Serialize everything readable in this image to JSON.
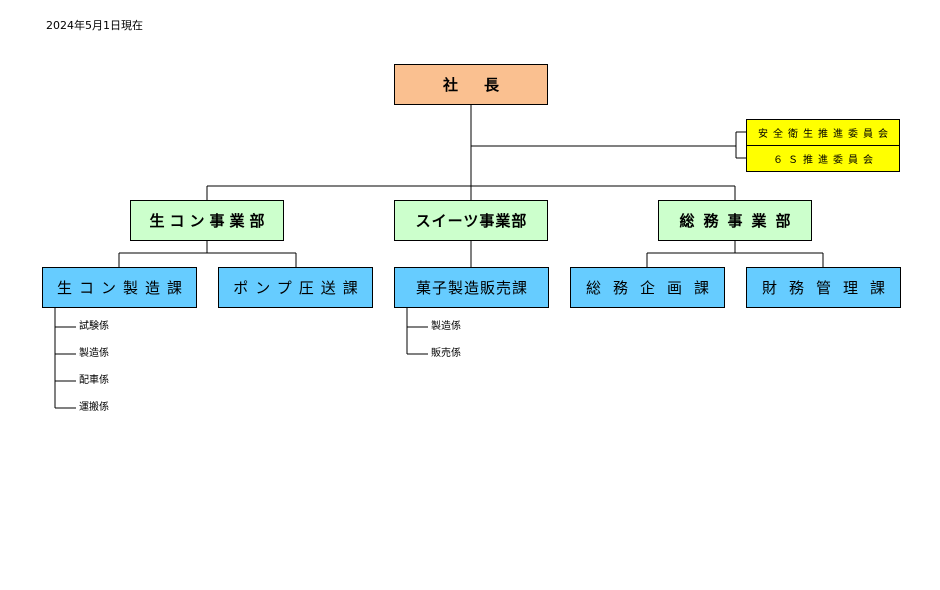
{
  "date_note": "2024年5月1日現在",
  "president": "社長",
  "committees": [
    "安全衛生推進委員会",
    "６Ｓ推進委員会"
  ],
  "departments": [
    "生コン事業部",
    "スイーツ事業部",
    "総務事業部"
  ],
  "sections": [
    "生コン製造課",
    "ポンプ圧送課",
    "菓子製造販売課",
    "総務企画課",
    "財務管理課"
  ],
  "units": {
    "namacon": [
      "試験係",
      "製造係",
      "配車係",
      "運搬係"
    ],
    "kashi": [
      "製造係",
      "販売係"
    ]
  },
  "colors": {
    "president": "#fac090",
    "committee": "#ffff00",
    "department": "#ccffcc",
    "section": "#66ccff"
  }
}
